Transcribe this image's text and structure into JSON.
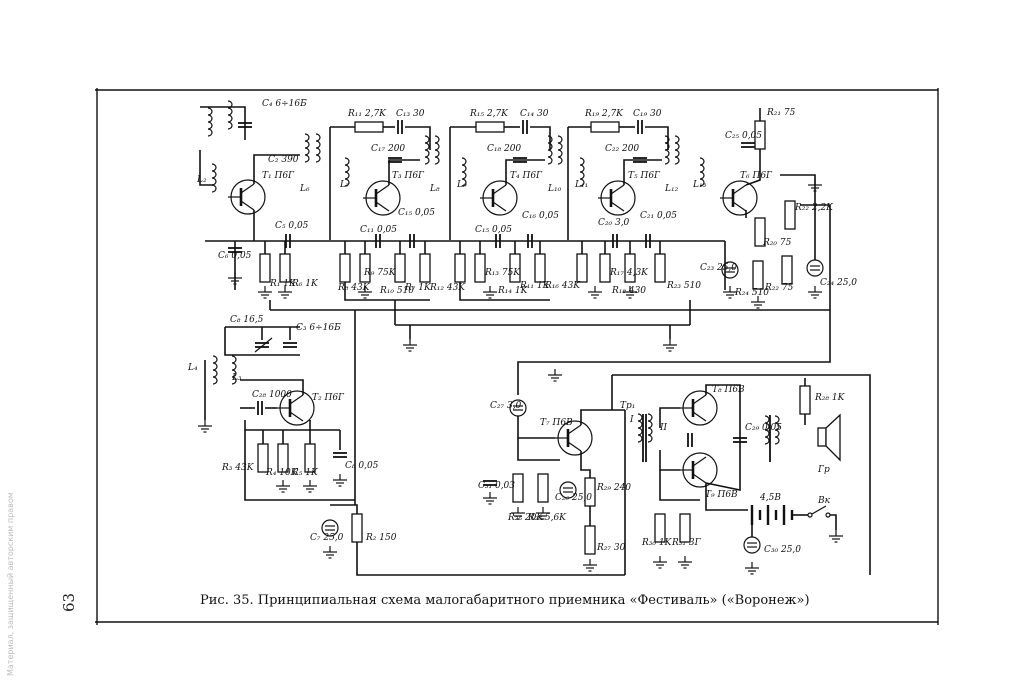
{
  "caption": "Рис. 35. Принципиальная схема малогабаритного приемника «Фестиваль» («Воронеж»)",
  "page_number": "63",
  "side_note": "Материал, защищенный авторским правом",
  "labels": {
    "C4": "C₄ 6÷16Б",
    "T1": "T₁ П6Г",
    "C2": "C₂ 390",
    "L6": "L₆",
    "L2": "L₂",
    "C5": "C₅ 0,05",
    "C6": "C₆ 0,05",
    "R1": "R₁ 1K",
    "R6": "R₆ 1K",
    "R11": "R₁₁ 2,7K",
    "C13": "C₁₃ 30",
    "C17": "C₁₇ 200",
    "T3": "T₃ П6Г",
    "L7": "L₇",
    "L8": "L₈",
    "C11": "C₁₁ 0,05",
    "C15a": "C₁₅ 0,05",
    "R8": "R₈ 43K",
    "R9": "R₉ 75K",
    "R10": "R₁₀ 510",
    "R7": "R₇ 1K",
    "R12": "R₁₂ 43K",
    "R15": "R₁₅ 2,7K",
    "C14": "C₁₄ 30",
    "C18": "C₁₈ 200",
    "T4": "T₄ П6Г",
    "L9": "L₉",
    "L10": "L₁₀",
    "C15b": "C₁₅ 0,05",
    "C16": "C₁₆ 0,05",
    "R13": "R₁₃ 75K",
    "R14": "R₁₄ 1K",
    "R11b": "R₁₁ 1K",
    "R16": "R₁₆ 43K",
    "R19": "R₁₉ 2,7K",
    "C19": "C₁₉ 30",
    "C22": "C₂₂ 200",
    "T5": "T₅ П6Г",
    "L11": "L₁₁",
    "L12": "L₁₂",
    "C20": "C₂₀ 3,0",
    "C21": "C₂₁ 0,05",
    "R17": "R₁₇ 4,3K",
    "R18": "R₁₈ 430",
    "R23": "R₂₃ 510",
    "R21": "R₂₁ 75",
    "C25": "C₂₅ 0,05",
    "T6": "T₆ П6Г",
    "L13": "L₁₃",
    "R22": "R₂₂ 2,2K",
    "R20": "R₂₀ 75",
    "C23": "C₂₃ 25,0",
    "C24": "C₂₄ 25,0",
    "R24": "R₂₄ 510",
    "R22b": "R₂₂ 75",
    "C8a": "C₈ 16,5",
    "C3": "C₃ 6÷16Б",
    "L4": "L₄",
    "L3": "L₃",
    "C28": "C₂₈ 1000",
    "T2": "T₂ П6Г",
    "R3": "R₃ 43K",
    "R4": "R₄ 10K",
    "R5": "R₅ 1K",
    "C8": "C₈ 0,05",
    "C7": "C₇ 25,0",
    "R2": "R₂ 150",
    "C27": "C₂₇ 3,0",
    "T7": "T₇ П6В",
    "Tp1": "Tp₁",
    "C31": "C₃₁ 0,03",
    "R25": "R₂₅ 20K",
    "R26": "R₂₆ 5,6K",
    "C26": "C₂₆ 25,0",
    "R29": "R₂₉ 240",
    "R27": "R₂₇ 30",
    "T8": "T₈ П6В",
    "T9": "T₉ П6В",
    "C29": "C₂₉ 0,05",
    "R28": "R₂₈ 1K",
    "Gr": "Гр",
    "R30": "R₃₀ 1K",
    "R31": "R₃₁ 3Г",
    "C30": "C₃₀ 25,0",
    "Bat": "4,5В",
    "Vk": "Вк",
    "I": "I",
    "II": "II"
  },
  "icons": [
    "transistor-icon",
    "resistor-icon",
    "capacitor-icon",
    "electrolytic-capacitor-icon",
    "inductor-icon",
    "ground-icon",
    "transformer-icon",
    "loudspeaker-icon",
    "battery-icon",
    "switch-icon"
  ]
}
